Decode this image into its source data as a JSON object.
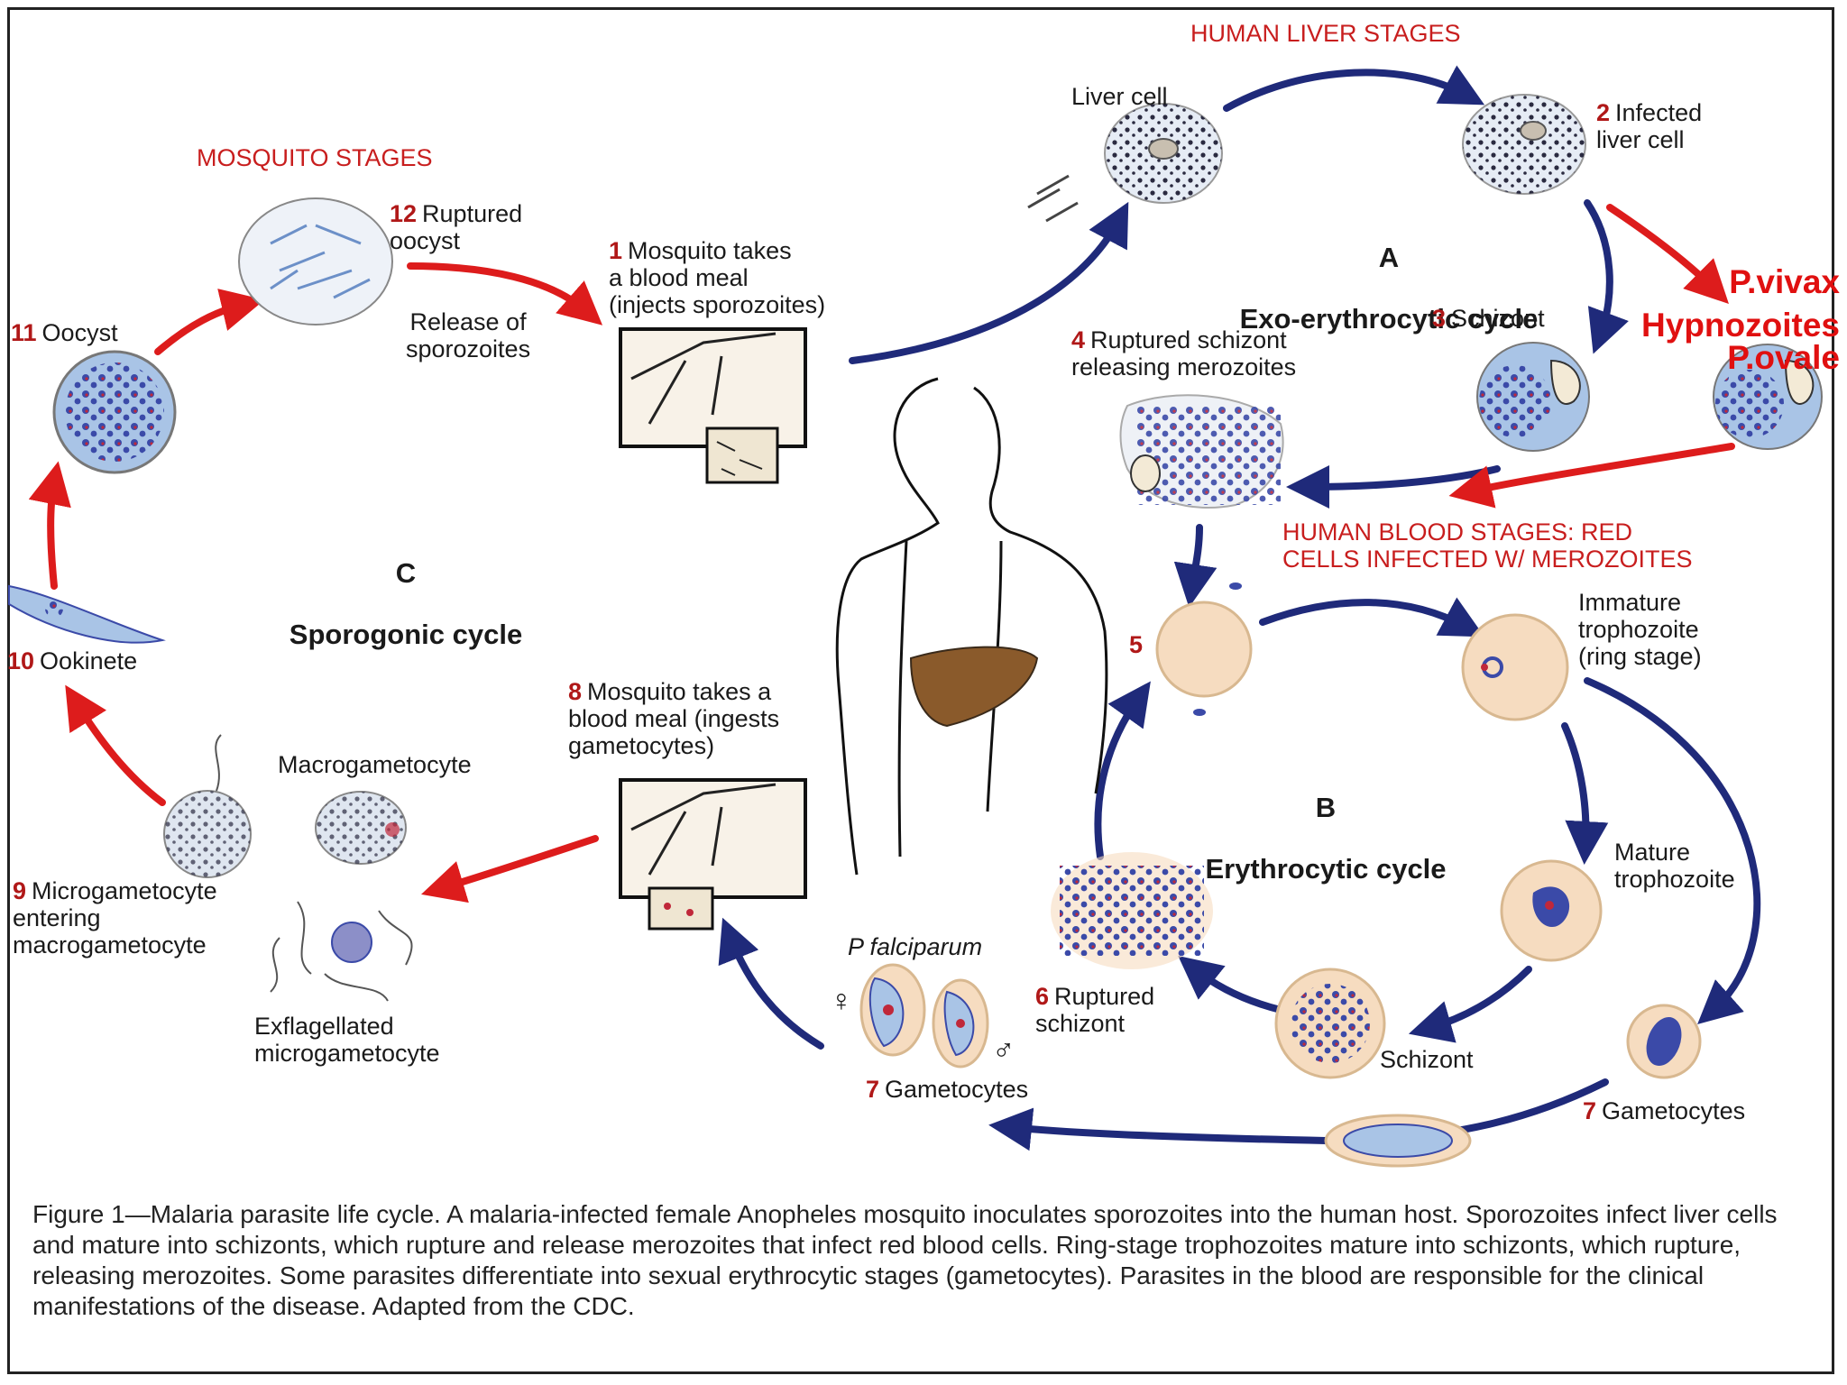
{
  "headings": {
    "liver_stages": "HUMAN LIVER STAGES",
    "mosquito_stages": "MOSQUITO STAGES",
    "blood_stages": "HUMAN BLOOD STAGES: RED\nCELLS INFECTED W/ MEROZOITES"
  },
  "cycles": {
    "a_letter": "A",
    "a_name": "Exo-erythrocytic cycle",
    "b_letter": "B",
    "b_name": "Erythrocytic cycle",
    "c_letter": "C",
    "c_name": "Sporogonic cycle"
  },
  "hypnozoites": {
    "species_1": "P.vivax",
    "species_2": "P.ovale",
    "label": "Hypnozoites"
  },
  "stages": {
    "s1_num": "1",
    "s1_text": "Mosquito takes\na blood meal\n(injects sporozoites)",
    "liver_cell": "Liver cell",
    "s2_num": "2",
    "s2_text": "Infected\nliver cell",
    "s3_num": "3",
    "s3_text": "Schizont",
    "s4_num": "4",
    "s4_text": "Ruptured schizont\nreleasing merozoites",
    "s5_num": "5",
    "immature": "Immature\ntrophozoite\n(ring stage)",
    "mature": "Mature\ntrophozoite",
    "schizont": "Schizont",
    "s6_num": "6",
    "s6_text": "Ruptured\nschizont",
    "s7a_num": "7",
    "s7a_text": "Gametocytes",
    "s7b_num": "7",
    "s7b_text": "Gametocytes",
    "p_falciparum": "P falciparum",
    "female_symbol": "♀",
    "male_symbol": "♂",
    "s8_num": "8",
    "s8_text": "Mosquito takes a\nblood meal (ingests\ngametocytes)",
    "macrogametocyte": "Macrogametocyte",
    "s9_num": "9",
    "s9_text": "Microgametocyte\nentering\nmacrogametocyte",
    "exflagellated": "Exflagellated\nmicrogametocyte",
    "s10_num": "10",
    "s10_text": "Ookinete",
    "s11_num": "11",
    "s11_text": "Oocyst",
    "s12_num": "12",
    "s12_text": "Ruptured\noocyst",
    "release": "Release of\nsporozoites"
  },
  "caption": "Figure 1—Malaria parasite life cycle. A malaria-infected female Anopheles mosquito inoculates sporozoites into the human host. Sporozoites infect liver cells and mature into schizonts, which rupture and release merozoites that infect red blood cells. Ring-stage trophozoites mature into schizonts, which rupture, releasing merozoites. Some parasites differentiate into sexual erythrocytic stages (gametocytes). Parasites in the blood are responsible for the clinical manifestations of the disease. Adapted from the CDC.",
  "colors": {
    "blue_arrow": "#1f2a7a",
    "red_arrow": "#dd1c1c",
    "cell": "#f6dcc0",
    "parasite": "#3b4aa8",
    "dot": "#c0283a",
    "liver": "#8a5a2b"
  }
}
